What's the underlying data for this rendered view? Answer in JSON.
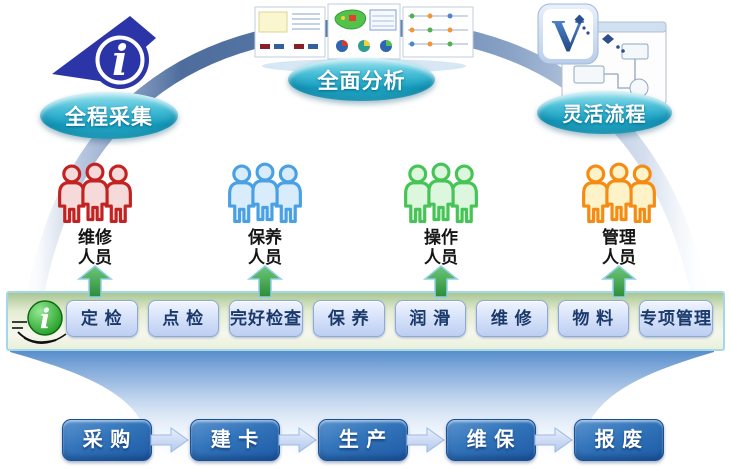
{
  "bubbles": {
    "collect": {
      "label": "全程采集"
    },
    "analyze": {
      "label": "全面分析"
    },
    "flexible": {
      "label": "灵活流程"
    }
  },
  "roles": [
    {
      "line1": "维修",
      "line2": "人员",
      "color": "#c32222",
      "fill": "#f6dada"
    },
    {
      "line1": "保养",
      "line2": "人员",
      "color": "#4aa0e4",
      "fill": "#d9ecfc"
    },
    {
      "line1": "操作",
      "line2": "人员",
      "color": "#46c455",
      "fill": "#dcf7de"
    },
    {
      "line1": "管理",
      "line2": "人员",
      "color": "#f68b13",
      "fill": "#fdf2c8"
    }
  ],
  "toolbar": {
    "items": [
      "定 检",
      "点 检",
      "完好检查",
      "保 养",
      "润 滑",
      "维 修",
      "物 料",
      "专项管理"
    ]
  },
  "flow": {
    "steps": [
      "采 购",
      "建 卡",
      "生 产",
      "维 保",
      "报 废"
    ]
  },
  "visio": {
    "letter": "V"
  },
  "icons": {
    "collect": "info-i-icon",
    "analyze": "monitor-wall-icon",
    "flexible": "visio-flowchart-icon",
    "toolbar": "info-i-green-icon",
    "roles": "people-group-icon",
    "role_arrow": "green-up-arrow-icon",
    "flow_arrow": "blue-right-arrow-icon"
  },
  "colors": {
    "bubble_teal": "#23a9c6",
    "arc_steel_blue": "#55749f",
    "navy_icon": "#2b35a8",
    "toolbar_green": "#a9c693",
    "toolbar_button_face": "#cfdef7",
    "toolbar_button_text": "#1b3a6b",
    "flow_button_blue": "#2e6db6",
    "arrow_green": "#35953f",
    "funnel_blue": "#5089c9"
  }
}
